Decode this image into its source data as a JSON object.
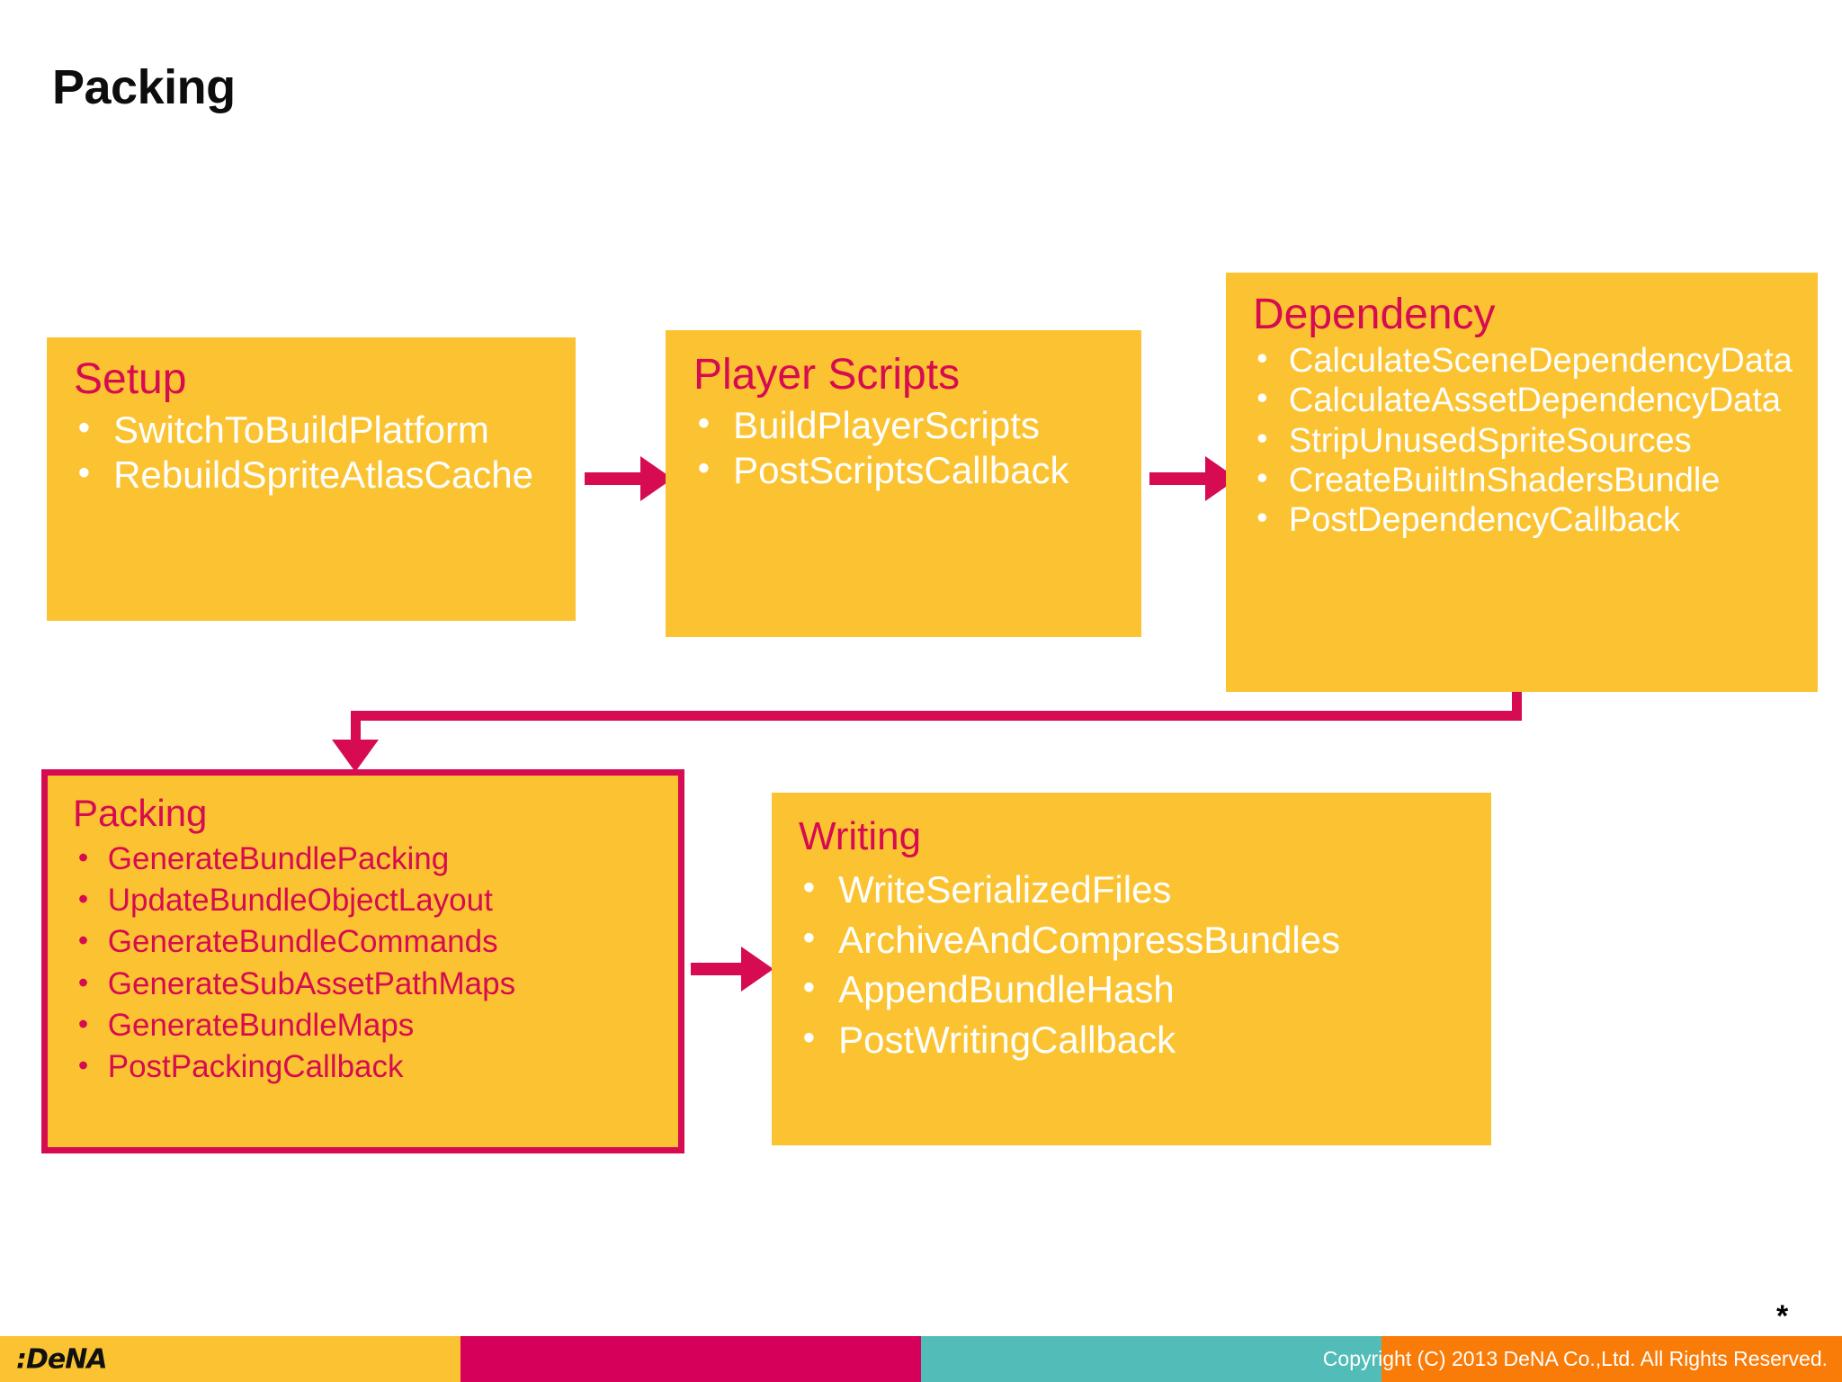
{
  "slide": {
    "title": "Packing",
    "asterisk": "*"
  },
  "colors": {
    "box_fill": "#FBC331",
    "accent_crimson": "#D60B51",
    "box_text_white": "#FFFFFF",
    "footer_yellow": "#FBC331",
    "footer_crimson": "#D6005A",
    "footer_teal": "#52BDB8",
    "footer_orange": "#F97C09"
  },
  "boxes": [
    {
      "id": "setup",
      "title": "Setup",
      "items": [
        "SwitchToBuildPlatform",
        "RebuildSpriteAtlasCache"
      ]
    },
    {
      "id": "player-scripts",
      "title": "Player Scripts",
      "items": [
        "BuildPlayerScripts",
        "PostScriptsCallback"
      ]
    },
    {
      "id": "dependency",
      "title": "Dependency",
      "items": [
        "CalculateSceneDependencyData",
        "CalculateAssetDependencyData",
        "StripUnusedSpriteSources",
        "CreateBuiltInShadersBundle",
        "PostDependencyCallback"
      ]
    },
    {
      "id": "packing",
      "title": "Packing",
      "items": [
        "GenerateBundlePacking",
        "UpdateBundleObjectLayout",
        "GenerateBundleCommands",
        "GenerateSubAssetPathMaps",
        "GenerateBundleMaps",
        "PostPackingCallback"
      ]
    },
    {
      "id": "writing",
      "title": "Writing",
      "items": [
        "WriteSerializedFiles",
        "ArchiveAndCompressBundles",
        "AppendBundleHash",
        "PostWritingCallback"
      ]
    }
  ],
  "footer": {
    "logo": ":DeNA",
    "copyright": "Copyright (C) 2013 DeNA Co.,Ltd. All Rights Reserved."
  }
}
